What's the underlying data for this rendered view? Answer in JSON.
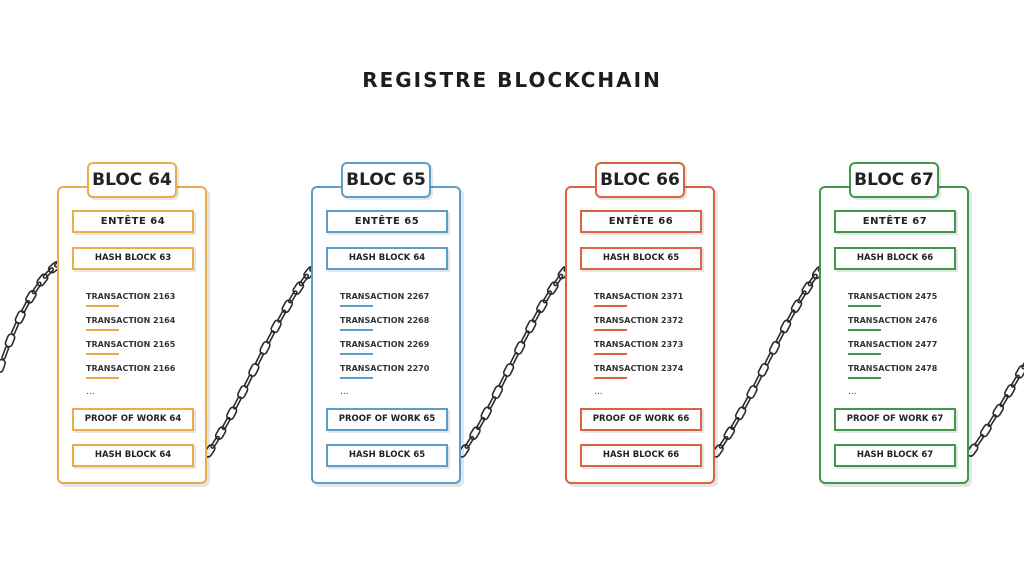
{
  "title": "REGISTRE BLOCKCHAIN",
  "blocks": [
    {
      "label": "BLOC 64",
      "header": "ENTÊTE 64",
      "prev_hash": "HASH BLOCK 63",
      "transactions": [
        "TRANSACTION 2163",
        "TRANSACTION 2164",
        "TRANSACTION 2165",
        "TRANSACTION 2166"
      ],
      "ellipsis": "...",
      "pow": "PROOF OF WORK 64",
      "hash": "HASH BLOCK 64",
      "color": "#e9ad4c"
    },
    {
      "label": "BLOC 65",
      "header": "ENTÊTE 65",
      "prev_hash": "HASH BLOCK 64",
      "transactions": [
        "TRANSACTION 2267",
        "TRANSACTION 2268",
        "TRANSACTION 2269",
        "TRANSACTION 2270"
      ],
      "ellipsis": "...",
      "pow": "PROOF OF WORK 65",
      "hash": "HASH BLOCK 65",
      "color": "#5b9fc9"
    },
    {
      "label": "BLOC 66",
      "header": "ENTÊTE 66",
      "prev_hash": "HASH BLOCK 65",
      "transactions": [
        "TRANSACTION 2371",
        "TRANSACTION 2372",
        "TRANSACTION 2373",
        "TRANSACTION 2374"
      ],
      "ellipsis": "...",
      "pow": "PROOF OF WORK 66",
      "hash": "HASH BLOCK 66",
      "color": "#d9643f"
    },
    {
      "label": "BLOC 67",
      "header": "ENTÊTE 67",
      "prev_hash": "HASH BLOCK 66",
      "transactions": [
        "TRANSACTION 2475",
        "TRANSACTION 2476",
        "TRANSACTION 2477",
        "TRANSACTION 2478"
      ],
      "ellipsis": "...",
      "pow": "PROOF OF WORK 67",
      "hash": "HASH BLOCK 67",
      "color": "#3e9a48"
    }
  ]
}
